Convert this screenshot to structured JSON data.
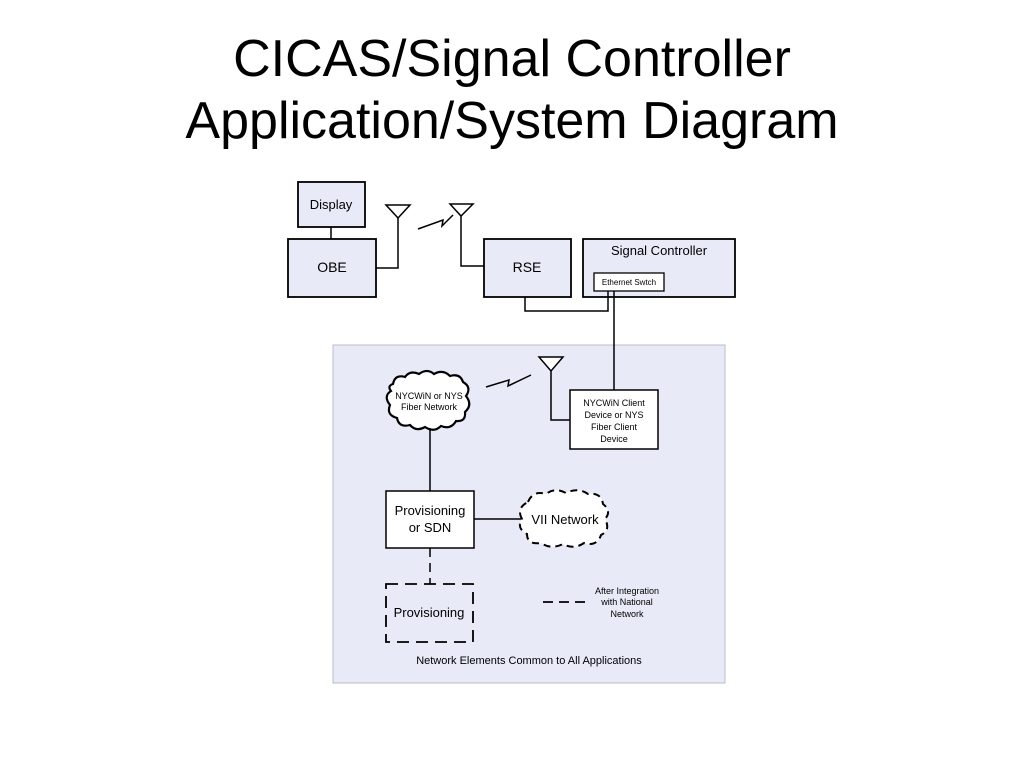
{
  "title": {
    "line1": "CICAS/Signal Controller",
    "line2": "Application/System Diagram"
  },
  "nodes": {
    "display": "Display",
    "obe": "OBE",
    "rse": "RSE",
    "signal_controller": "Signal Controller",
    "ethernet_switch": "Ethernet Swtch",
    "nycwin_network": [
      "NYCWiN or NYS",
      "Fiber Network"
    ],
    "nycwin_client": [
      "NYCWiN Client",
      "Device or NYS",
      "Fiber Client",
      "Device"
    ],
    "provisioning_sdn": [
      "Provisioning",
      "or SDN"
    ],
    "vii_network": "VII Network",
    "provisioning": "Provisioning"
  },
  "legend": {
    "dashed_label": [
      "After Integration",
      "with National",
      "Network"
    ]
  },
  "panel": {
    "caption": "Network Elements Common to All Applications",
    "fill": "#e8ebf7"
  },
  "colors": {
    "line": "#000000",
    "box_fill": "#e8ebf7"
  }
}
